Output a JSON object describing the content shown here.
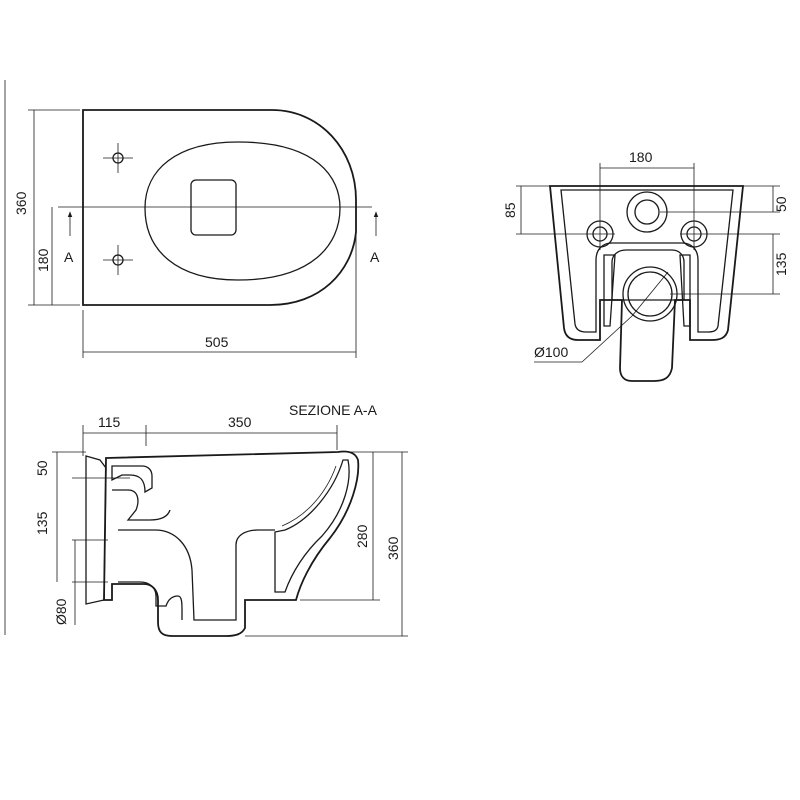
{
  "top_view": {
    "dim_length": "505",
    "dim_width": "360",
    "dim_half_width": "180",
    "section_marker_left": "A",
    "section_marker_right": "A"
  },
  "rear_view": {
    "dim_fixing_spacing": "180",
    "dim_fixing_height": "85",
    "dim_inlet_height": "50",
    "dim_outlet_height": "135",
    "dim_outlet_diameter": "Ø100"
  },
  "section_view": {
    "title": "SEZIONE A-A",
    "dim_rear_offset": "115",
    "dim_bowl_length": "350",
    "dim_inlet_drop": "50",
    "dim_outlet_drop": "135",
    "dim_outlet_diameter": "Ø80",
    "dim_rim_height": "280",
    "dim_total_height": "360"
  }
}
